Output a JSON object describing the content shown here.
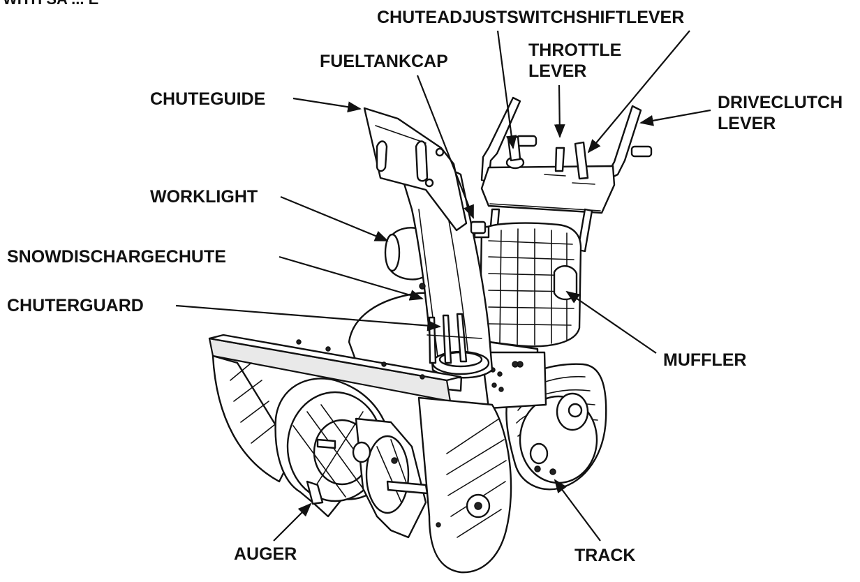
{
  "header": {
    "partial_title": "WITH SA ... E"
  },
  "labels": {
    "chute_adjust_switch_shift_lever": "CHUTEADJUSTSWITCHSHIFTLEVER",
    "throttle_lever_line1": "THROTTLE",
    "throttle_lever_line2": "LEVER",
    "fuel_tank_cap": "FUELTANKCAP",
    "chute_guide": "CHUTEGUIDE",
    "drive_clutch_lever_line1": "DRIVECLUTCH",
    "drive_clutch_lever_line2": "LEVER",
    "worklight": "WORKLIGHT",
    "snow_discharge_chute": "SNOWDISCHARGECHUTE",
    "chuter_guard": "CHUTERGUARD",
    "muffler": "MUFFLER",
    "auger": "AUGER",
    "track": "TRACK"
  },
  "colors": {
    "line": "#111111",
    "background": "#ffffff",
    "shade": "#e9e9e9"
  }
}
